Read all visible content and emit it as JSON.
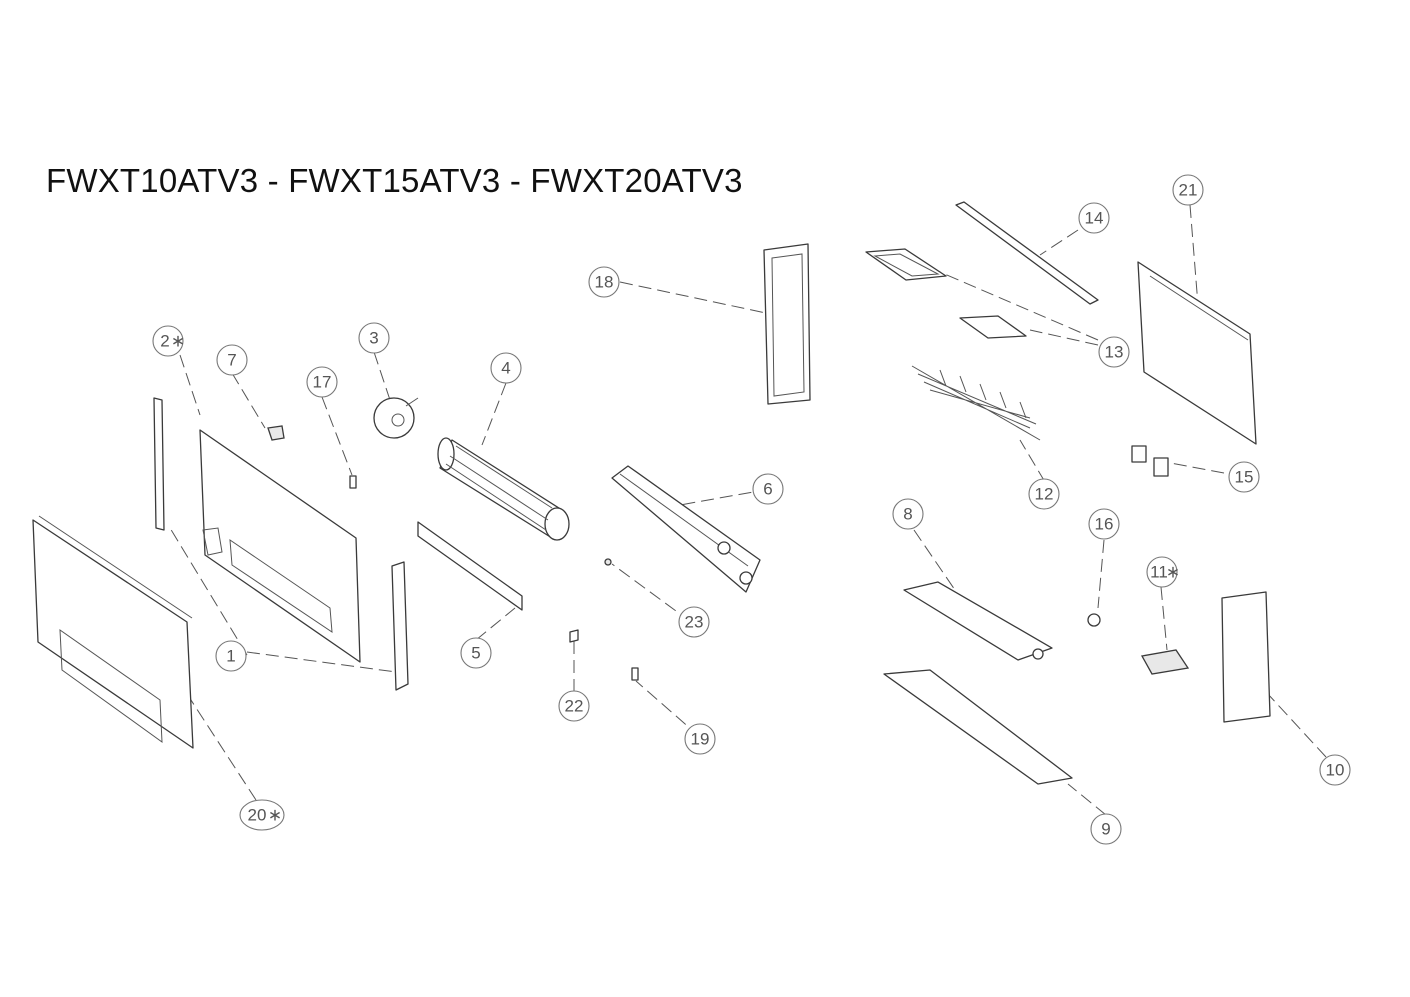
{
  "title": "FWXT10ATV3 - FWXT15ATV3 - FWXT20ATV3",
  "callouts": [
    "1",
    "2",
    "3",
    "4",
    "5",
    "6",
    "7",
    "8",
    "9",
    "10",
    "11",
    "12",
    "13",
    "14",
    "15",
    "16",
    "17",
    "18",
    "19",
    "20",
    "21",
    "22",
    "23"
  ],
  "starred_callouts": [
    "2",
    "11",
    "20"
  ],
  "star_symbol": "∗"
}
